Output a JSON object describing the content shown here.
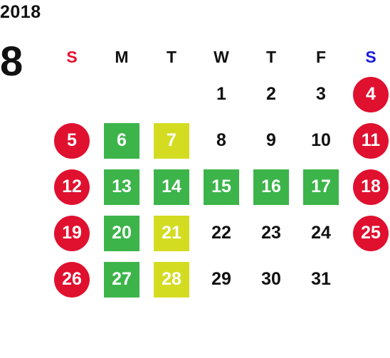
{
  "calendar": {
    "year": "2018",
    "month": "8",
    "weekdays": [
      "S",
      "M",
      "T",
      "W",
      "T",
      "F",
      "S"
    ],
    "weeks": [
      [
        null,
        null,
        null,
        {
          "d": "1",
          "s": "plain"
        },
        {
          "d": "2",
          "s": "plain"
        },
        {
          "d": "3",
          "s": "plain"
        },
        {
          "d": "4",
          "s": "holiday"
        }
      ],
      [
        {
          "d": "5",
          "s": "holiday"
        },
        {
          "d": "6",
          "s": "green"
        },
        {
          "d": "7",
          "s": "lime"
        },
        {
          "d": "8",
          "s": "plain"
        },
        {
          "d": "9",
          "s": "plain"
        },
        {
          "d": "10",
          "s": "plain"
        },
        {
          "d": "11",
          "s": "holiday"
        }
      ],
      [
        {
          "d": "12",
          "s": "holiday"
        },
        {
          "d": "13",
          "s": "green"
        },
        {
          "d": "14",
          "s": "green"
        },
        {
          "d": "15",
          "s": "green"
        },
        {
          "d": "16",
          "s": "green"
        },
        {
          "d": "17",
          "s": "green"
        },
        {
          "d": "18",
          "s": "holiday"
        }
      ],
      [
        {
          "d": "19",
          "s": "holiday"
        },
        {
          "d": "20",
          "s": "green"
        },
        {
          "d": "21",
          "s": "lime"
        },
        {
          "d": "22",
          "s": "plain"
        },
        {
          "d": "23",
          "s": "plain"
        },
        {
          "d": "24",
          "s": "plain"
        },
        {
          "d": "25",
          "s": "holiday"
        }
      ],
      [
        {
          "d": "26",
          "s": "holiday"
        },
        {
          "d": "27",
          "s": "green"
        },
        {
          "d": "28",
          "s": "lime"
        },
        {
          "d": "29",
          "s": "plain"
        },
        {
          "d": "30",
          "s": "plain"
        },
        {
          "d": "31",
          "s": "plain"
        },
        null
      ]
    ],
    "colors": {
      "sunday_label": "#e8112d",
      "saturday_label": "#1a1adf",
      "holiday_circle": "#e0102f",
      "green_square": "#3cb44a",
      "lime_square": "#d4dc22",
      "text": "#111111"
    }
  }
}
